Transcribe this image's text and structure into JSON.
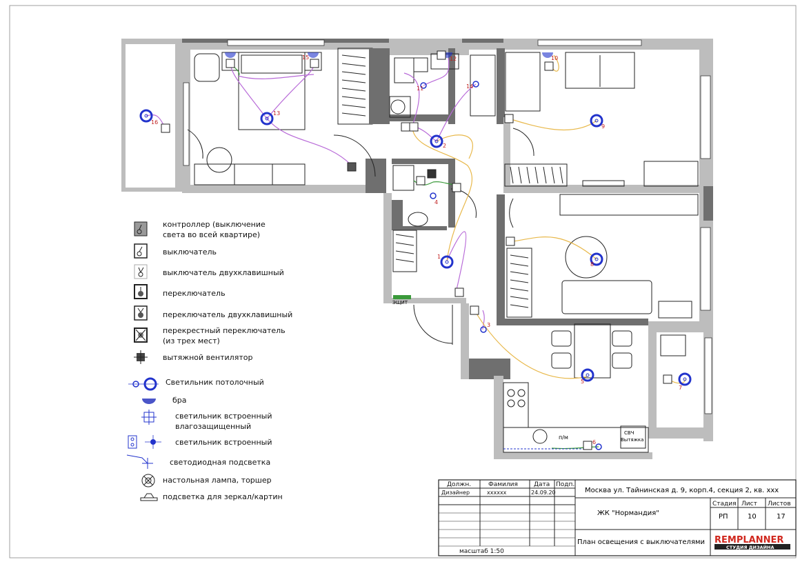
{
  "plan": {
    "label_shield": "ЭЩИТ",
    "label_microwave": "СВЧ",
    "label_hood": "Вытяжка",
    "label_dishwasher": "п/м",
    "lamp_numbers": [
      "1",
      "2",
      "3",
      "4",
      "5",
      "6",
      "7",
      "8",
      "9",
      "10",
      "11",
      "12",
      "13",
      "14",
      "15",
      "16"
    ]
  },
  "legend": {
    "items": [
      {
        "icon": "controller-switch-icon",
        "text": [
          "контроллер (выключение",
          "света во всей квартире)"
        ]
      },
      {
        "icon": "switch-icon",
        "text": [
          "выключатель"
        ]
      },
      {
        "icon": "double-switch-icon",
        "text": [
          "выключатель двухклавишный"
        ]
      },
      {
        "icon": "toggle-switch-icon",
        "text": [
          "переключатель"
        ]
      },
      {
        "icon": "double-toggle-switch-icon",
        "text": [
          "переключатель двухклавишный"
        ]
      },
      {
        "icon": "cross-switch-icon",
        "text": [
          "перекрестный переключатель",
          "(из трех мест)"
        ]
      },
      {
        "icon": "exhaust-fan-icon",
        "text": [
          "вытяжной вентилятор"
        ]
      },
      {
        "icon": "ceiling-lamp-icon",
        "text": [
          "Светильник потолочный"
        ]
      },
      {
        "icon": "wall-sconce-icon",
        "text": [
          "бра"
        ]
      },
      {
        "icon": "waterproof-recessed-lamp-icon",
        "text": [
          "светильник встроенный",
          "влагозащищенный"
        ]
      },
      {
        "icon": "recessed-lamp-icon",
        "text": [
          "светильник встроенный"
        ]
      },
      {
        "icon": "led-strip-icon",
        "text": [
          "светодиодная подсветка"
        ]
      },
      {
        "icon": "floor-lamp-icon",
        "text": [
          "настольная лампа, торшер"
        ]
      },
      {
        "icon": "mirror-light-icon",
        "text": [
          "подсветка для зеркал/картин"
        ]
      }
    ]
  },
  "titleblock": {
    "head_position": "Должн.",
    "head_surname": "Фамилия",
    "head_date": "Дата",
    "head_sign": "Подп.",
    "row_position": "Дизайнер",
    "row_surname": "xxxxxx",
    "row_date": "24.09.20",
    "scale": "масштаб 1:50",
    "address": "Москва ул. Тайнинская д. 9, корп.4, секция 2, кв. ххх",
    "complex": "ЖК \"Нормандия\"",
    "stage_label": "Стадия",
    "sheet_label": "Лист",
    "sheets_label": "Листов",
    "stage": "РП",
    "sheet": "10",
    "sheets": "17",
    "drawing_title": "План освещения с выключателями",
    "brand_name": "REMPLANNER",
    "brand_sub": "СТУДИЯ ДИЗАЙНА"
  },
  "colors": {
    "lamp": "#2233cc",
    "wire_purple": "#b86ad8",
    "wire_yellow": "#e8b84a",
    "wire_green": "#3a9a3a",
    "number": "#c02020",
    "brand_red": "#d0281e"
  }
}
